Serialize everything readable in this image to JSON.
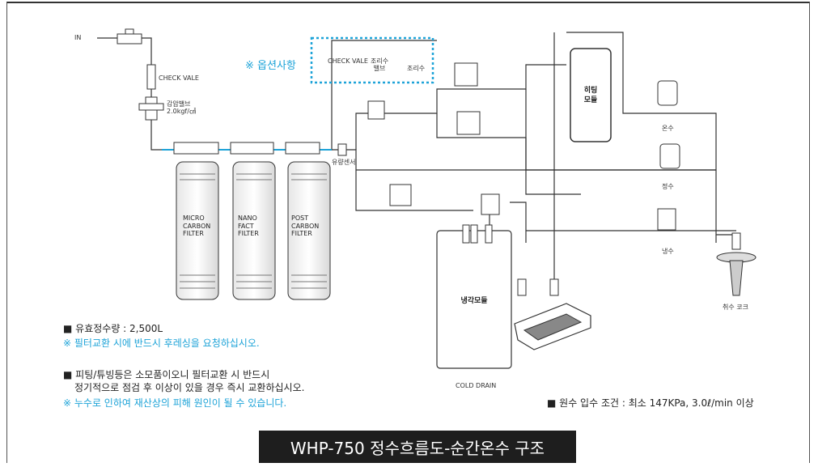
{
  "title": "WHP-750 정수흐름도-순간온수 구조",
  "labels": {
    "in": "IN",
    "check_vale": "CHECK VALE",
    "pressure_valve_line1": "감압밸브",
    "pressure_valve_line2": "2.0kgf/㎠",
    "option": "※ 옵션사항",
    "check_vale_option": "CHECK VALE",
    "cooking_valve_line1": "조리수",
    "cooking_valve_line2": "밸브",
    "cooking_water": "조리수",
    "flow_sensor": "유량센서",
    "hot_water": "온수",
    "purified_water": "정수",
    "cold_water": "냉수",
    "faucet": "취수 코크",
    "cold_drain": "COLD DRAIN"
  },
  "filters": [
    {
      "line1": "MICRO",
      "line2": "CARBON",
      "line3": "FILTER"
    },
    {
      "line1": "NANO",
      "line2": "FACT",
      "line3": "FILTER"
    },
    {
      "line1": "POST",
      "line2": "CARBON",
      "line3": "FILTER"
    }
  ],
  "modules": {
    "heating_line1": "히팅",
    "heating_line2": "모듈",
    "cooling": "냉각모듈"
  },
  "notes": {
    "capacity": "■ 유효정수량 : 2,500L",
    "capacity_warn": "※ 필터교환 시에 반드시 후레싱을 요청하십시오.",
    "fitting_line1": "■ 피팅/튜빙등은 소모품이오니 필터교환 시 반드시",
    "fitting_line2": "정기적으로 점검 후 이상이 있을 경우 즉시 교환하십시오.",
    "leak_warn": "※ 누수로 인하여 재산상의 피해 원인이 될 수 있습니다.",
    "inlet_condition": "■ 원수 입수 조건 : 최소 147KPa, 3.0ℓ/min 이상"
  },
  "colors": {
    "accent_blue": "#1da3d8",
    "title_bg": "#1e1e1e",
    "line": "#333333"
  }
}
